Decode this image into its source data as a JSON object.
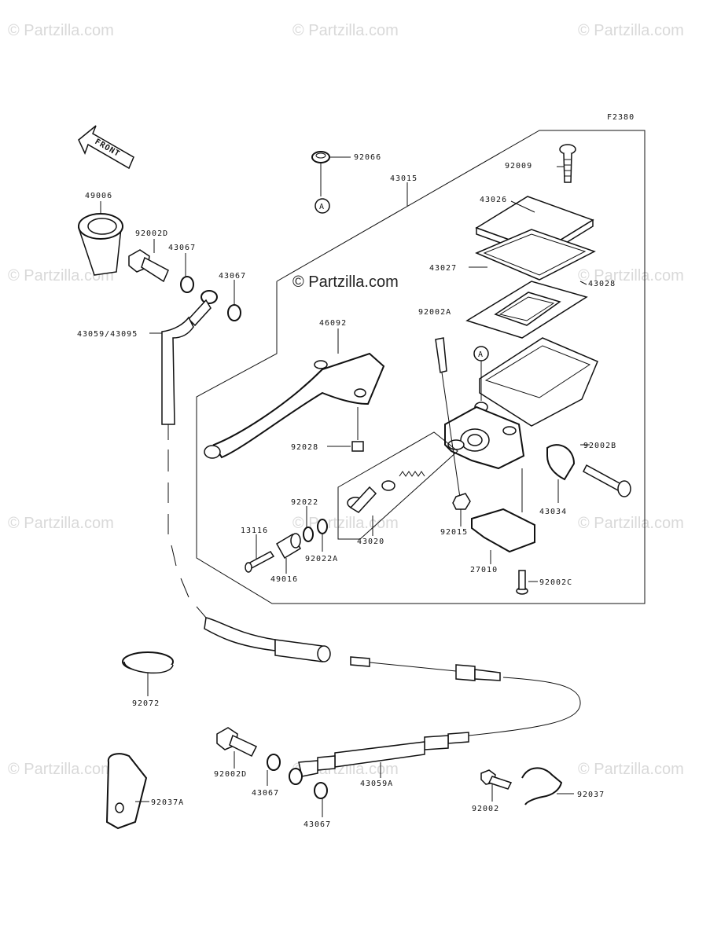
{
  "figure_code": "F2380",
  "front_label": "FRONT",
  "circle_ref": "A",
  "watermark_main": "© Partzilla.com",
  "watermark_repeat": "© Partzilla.com",
  "labels": {
    "p92066": "92066",
    "p43015": "43015",
    "p92009": "92009",
    "p43026": "43026",
    "p43027": "43027",
    "p43028": "43028",
    "p49006": "49006",
    "p92002D_top": "92002D",
    "p43067_a": "43067",
    "p43067_b": "43067",
    "p43059_43095": "43059/43095",
    "p46092": "46092",
    "p92002A": "92002A",
    "p92028": "92028",
    "p92002B": "92002B",
    "p43034": "43034",
    "p92022": "92022",
    "p13116": "13116",
    "p92022A": "92022A",
    "p49016": "49016",
    "p43020": "43020",
    "p92015": "92015",
    "p27010": "27010",
    "p92002C": "92002C",
    "p92072": "92072",
    "p92002D_bot": "92002D",
    "p43067_c": "43067",
    "p43067_d": "43067",
    "p43059A": "43059A",
    "p92002": "92002",
    "p92037": "92037",
    "p92037A": "92037A"
  }
}
